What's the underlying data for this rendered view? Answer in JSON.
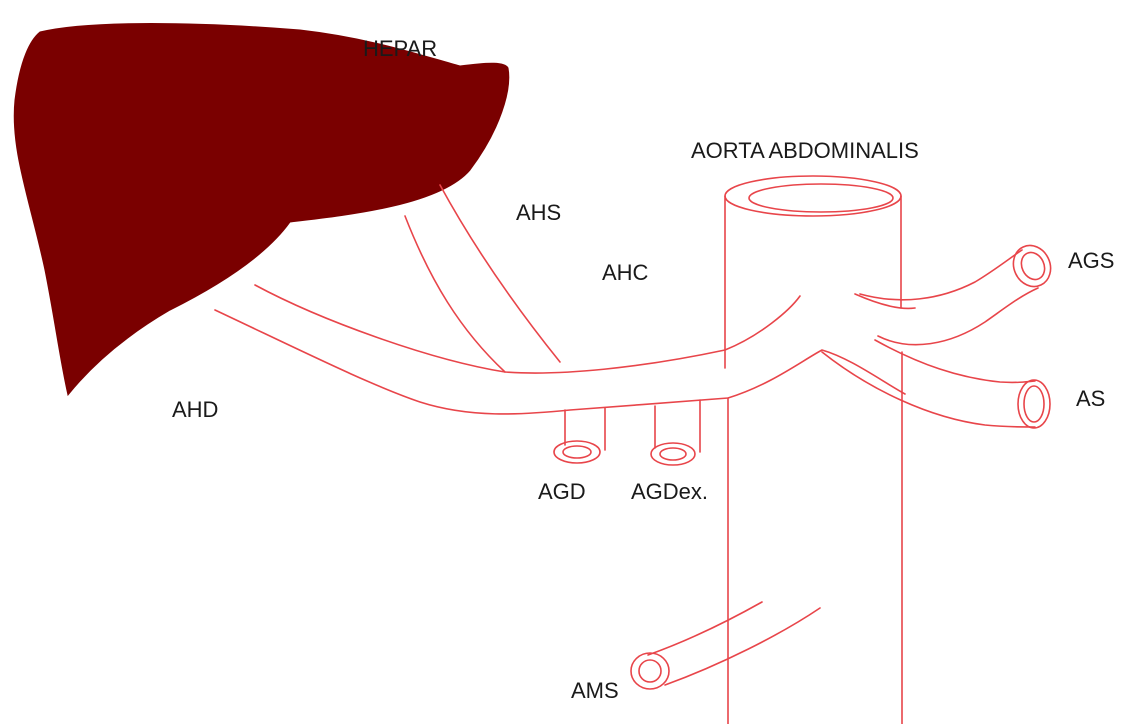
{
  "labels": {
    "hepar": "HEPAR",
    "aorta": "AORTA ABDOMINALIS",
    "ahs": "AHS",
    "ahc": "AHC",
    "ahd": "AHD",
    "ags": "AGS",
    "as": "AS",
    "agd": "AGD",
    "agdex": "AGDex.",
    "ams": "AMS"
  },
  "colors": {
    "liver": "#7a0000",
    "vessel_outline": "#e8454a",
    "label_text": "#1a1a1a",
    "background": "#ffffff"
  }
}
